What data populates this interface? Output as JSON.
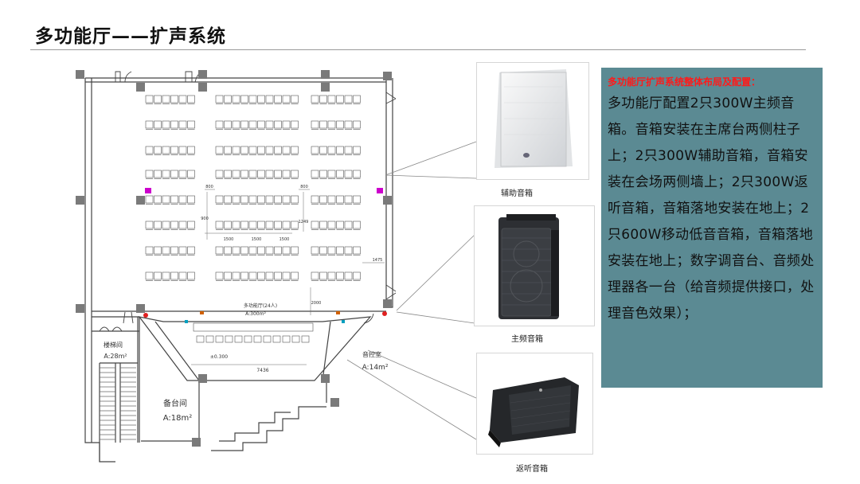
{
  "header": {
    "title": "多功能厅——扩声系统"
  },
  "plan": {
    "hall_label": "多功能厅(24人)",
    "hall_area": "A:300m²",
    "stair_room": "楼梯间",
    "stair_area": "A:28m²",
    "prep_room": "备台间",
    "prep_area": "A:18m²",
    "control_room": "音控室",
    "control_area": "A:14m²",
    "stage_elev": "±0.300",
    "stage_width": "7436",
    "dim_aisle_left": "800",
    "dim_aisle_right": "800",
    "dim_bottom_1": "1500",
    "dim_bottom_2": "1500",
    "dim_bottom_3": "1500",
    "dim_row": "900",
    "dim_side": "1475",
    "dim_front": "2000",
    "dim_small": "1249"
  },
  "products": [
    {
      "name": "辅助音箱"
    },
    {
      "name": "主频音箱"
    },
    {
      "name": "返听音箱"
    }
  ],
  "info": {
    "heading": "多功能厅扩声系统整体布局及配置：",
    "body": "多功能厅配置2只300W主频音箱。音箱安装在主席台两侧柱子上；2只300W辅助音箱，音箱安装在会场两侧墙上；2只300W返听音箱，音箱落地安装在地上；2只600W移动低音音箱，音箱落地安装在地上；数字调音台、音频处理器各一台（给音频提供接口，处理音色效果）；"
  },
  "colors": {
    "panel_bg": "#5b8a93",
    "heading_red": "#ff1a1a",
    "speaker_marker": "#cc00cc"
  }
}
